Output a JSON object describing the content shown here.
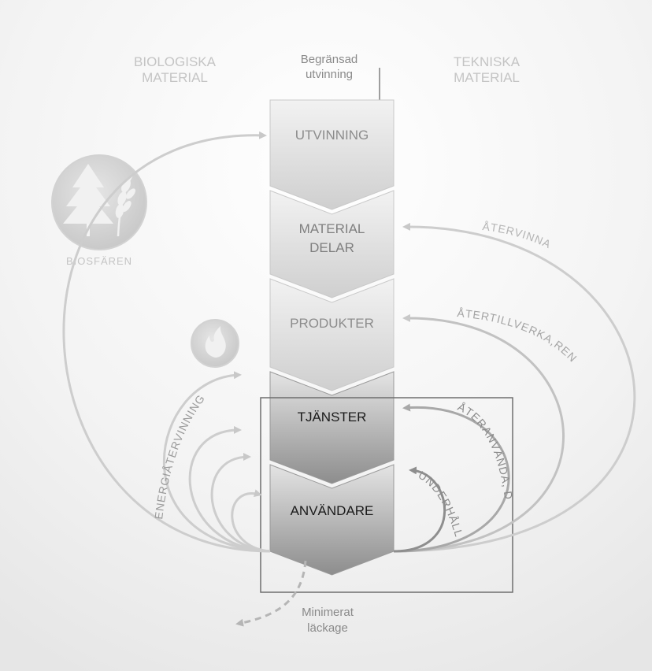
{
  "headers": {
    "biological_line1": "BIOLOGISKA",
    "biological_line2": "MATERIAL",
    "technical_line1": "TEKNISKA",
    "technical_line2": "MATERIAL"
  },
  "inflow": {
    "line1": "Begränsad",
    "line2": "utvinning"
  },
  "stages": {
    "extraction": "UTVINNING",
    "material_line1": "MATERIAL",
    "material_line2": "DELAR",
    "products": "PRODUKTER",
    "services": "TJÄNSTER",
    "users": "ANVÄNDARE"
  },
  "biosphere": "BIOSFÄREN",
  "loops": {
    "recycle": "ÅTERVINNA",
    "remanufacture": "ÅTERTILLVERKA,RENOVERA",
    "reuse": "ÅTERANVÄNDA, DELA",
    "maintain": "UNDERHÅLL",
    "energy": "ENERGIÅTERVINNING"
  },
  "leakage": {
    "line1": "Minimerat",
    "line2": "läckage"
  }
}
